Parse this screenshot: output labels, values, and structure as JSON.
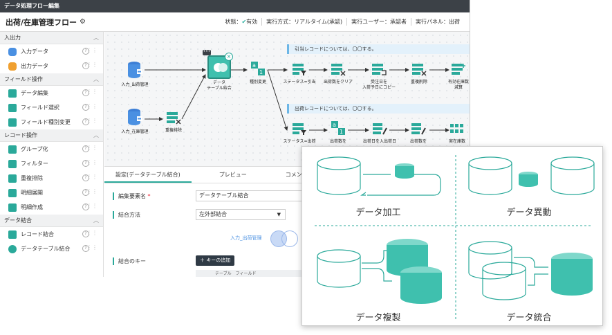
{
  "window": {
    "title": "データ処理フロー編集"
  },
  "header": {
    "title": "出荷/在庫管理フロー",
    "status": "状態：",
    "status_value": "有効",
    "exec_mode": "実行方式：リアルタイム(承認)",
    "exec_user": "実行ユーザー：承認者",
    "exec_panel": "実行パネル：出荷"
  },
  "sidebar": {
    "sections": [
      {
        "label": "入出力",
        "items": [
          "入力データ",
          "出力データ"
        ]
      },
      {
        "label": "フィールド操作",
        "items": [
          "データ編集",
          "フィールド選択",
          "フィールド種別変更"
        ]
      },
      {
        "label": "レコード操作",
        "items": [
          "グループ化",
          "フィルター",
          "重複排除",
          "明細展開",
          "明細作成"
        ]
      },
      {
        "label": "データ結合",
        "items": [
          "レコード結合",
          "データテーブル結合"
        ]
      }
    ]
  },
  "canvas": {
    "banner1": "引当レコードについては、〇〇する。",
    "banner2": "出荷レコードについては、〇〇する。",
    "nodes": {
      "input_shipping": "入力_出荷管理",
      "input_stock": "入力_在庫管理",
      "dedup1": "重複排除",
      "join_1": "データ",
      "join_2": "テーブル結合",
      "type_change": "種別変更",
      "status_alloc": "ステータス=引当",
      "clear_qty": "出荷数をクリア",
      "copy_1": "受注日を",
      "copy_2": "入荷予日にコピー",
      "dedup2": "重複削除",
      "stock_1": "有効在庫数",
      "stock_2": "減算",
      "status_ship": "ステータス=出荷",
      "qty_ship": "出荷数を",
      "ship_date": "出荷日を入出荷日",
      "ship_qty2": "出荷数を",
      "stock_calc": "実在庫数"
    }
  },
  "panel": {
    "tabs": [
      "設定(データテーブル結合)",
      "プレビュー",
      "コメント"
    ],
    "fields": {
      "name_label": "編集要素名",
      "name_value": "データテーブル結合",
      "method_label": "結合方法",
      "method_value": "左外部結合",
      "venn_label": "入力_出荷管理",
      "key_label": "結合のキー",
      "add_key": "キーの追加",
      "col_header": "テーブル　フィールド"
    }
  },
  "overlay": {
    "labels": [
      "データ加工",
      "データ異動",
      "データ複製",
      "データ統合"
    ]
  },
  "colors": {
    "accent": "#2aa99a",
    "teal": "#3fc0ae",
    "blue": "#4a90e2",
    "orange": "#f0a030"
  }
}
